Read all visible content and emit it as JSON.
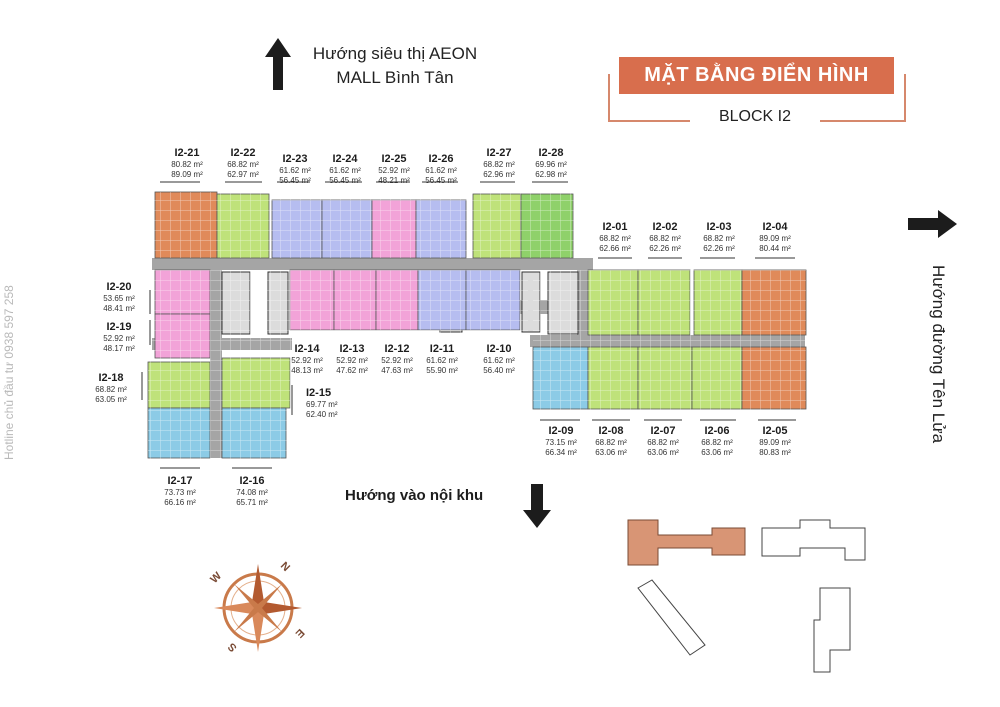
{
  "title": "MẶT BẰNG ĐIỂN HÌNH",
  "block": "BLOCK I2",
  "directions": {
    "north_line1": "Hướng siêu thị AEON",
    "north_line2": "MALL Bình Tân",
    "east": "Hướng đường Tên Lửa",
    "south": "Hướng vào nội khu"
  },
  "hotline": "Hotline chủ đầu tư 0938 597 258",
  "compass": {
    "n": "N",
    "e": "E",
    "s": "S",
    "w": "W"
  },
  "colors": {
    "orange": "#e08a5a",
    "green": "#bfe27a",
    "brightgreen": "#8fd16a",
    "lavender": "#b6bdf0",
    "pink": "#f2a3d8",
    "blue": "#8ccbe6",
    "accent": "#d86e4d",
    "corridor": "#a5a5a5"
  },
  "units": [
    {
      "code": "I2-21",
      "a1": "80.82 m²",
      "a2": "89.09 m²"
    },
    {
      "code": "I2-22",
      "a1": "68.82 m²",
      "a2": "62.97 m²"
    },
    {
      "code": "I2-23",
      "a1": "61.62 m²",
      "a2": "56.45 m²"
    },
    {
      "code": "I2-24",
      "a1": "61.62 m²",
      "a2": "56.45 m²"
    },
    {
      "code": "I2-25",
      "a1": "52.92 m²",
      "a2": "48.21 m²"
    },
    {
      "code": "I2-26",
      "a1": "61.62 m²",
      "a2": "56.45 m²"
    },
    {
      "code": "I2-27",
      "a1": "68.82 m²",
      "a2": "62.96 m²"
    },
    {
      "code": "I2-28",
      "a1": "69.96 m²",
      "a2": "62.98 m²"
    },
    {
      "code": "I2-01",
      "a1": "68.82 m²",
      "a2": "62.66 m²"
    },
    {
      "code": "I2-02",
      "a1": "68.82 m²",
      "a2": "62.26 m²"
    },
    {
      "code": "I2-03",
      "a1": "68.82 m²",
      "a2": "62.26 m²"
    },
    {
      "code": "I2-04",
      "a1": "89.09 m²",
      "a2": "80.44 m²"
    },
    {
      "code": "I2-20",
      "a1": "53.65 m²",
      "a2": "48.41 m²"
    },
    {
      "code": "I2-19",
      "a1": "52.92 m²",
      "a2": "48.17 m²"
    },
    {
      "code": "I2-18",
      "a1": "68.82 m²",
      "a2": "63.05 m²"
    },
    {
      "code": "I2-14",
      "a1": "52.92 m²",
      "a2": "48.13 m²"
    },
    {
      "code": "I2-13",
      "a1": "52.92 m²",
      "a2": "47.62 m²"
    },
    {
      "code": "I2-12",
      "a1": "52.92 m²",
      "a2": "47.63 m²"
    },
    {
      "code": "I2-11",
      "a1": "61.62 m²",
      "a2": "55.90 m²"
    },
    {
      "code": "I2-10",
      "a1": "61.62 m²",
      "a2": "56.40 m²"
    },
    {
      "code": "I2-15",
      "a1": "69.77 m²",
      "a2": "62.40 m²"
    },
    {
      "code": "I2-09",
      "a1": "73.15 m²",
      "a2": "66.34 m²"
    },
    {
      "code": "I2-08",
      "a1": "68.82 m²",
      "a2": "63.06 m²"
    },
    {
      "code": "I2-07",
      "a1": "68.82 m²",
      "a2": "63.06 m²"
    },
    {
      "code": "I2-06",
      "a1": "68.82 m²",
      "a2": "63.06 m²"
    },
    {
      "code": "I2-05",
      "a1": "89.09 m²",
      "a2": "80.83 m²"
    },
    {
      "code": "I2-17",
      "a1": "73.73 m²",
      "a2": "66.16 m²"
    },
    {
      "code": "I2-16",
      "a1": "74.08 m²",
      "a2": "65.71 m²"
    }
  ]
}
